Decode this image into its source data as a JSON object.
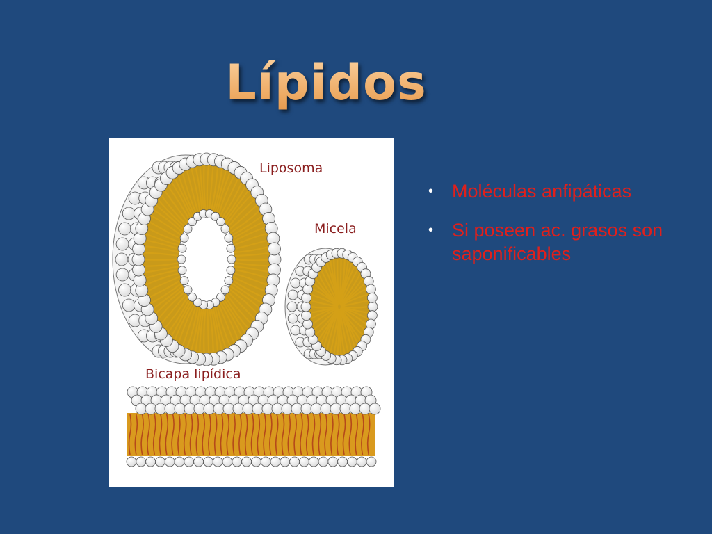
{
  "slide": {
    "title": "Lípidos",
    "background_color": "#1f497d",
    "title_color": "#f6b26b"
  },
  "figure": {
    "labels": {
      "liposome": "Liposoma",
      "micelle": "Micela",
      "bilayer": "Bicapa lipídica"
    },
    "head_color": "#ffffff",
    "tail_color": "#d4a017",
    "label_color": "#8a1e1e"
  },
  "bullets": [
    {
      "icon": "bullet-dot-icon",
      "text": "Moléculas anfipáticas"
    },
    {
      "icon": "bullet-dot-icon",
      "text": "Si poseen ac. grasos son saponificables"
    }
  ]
}
